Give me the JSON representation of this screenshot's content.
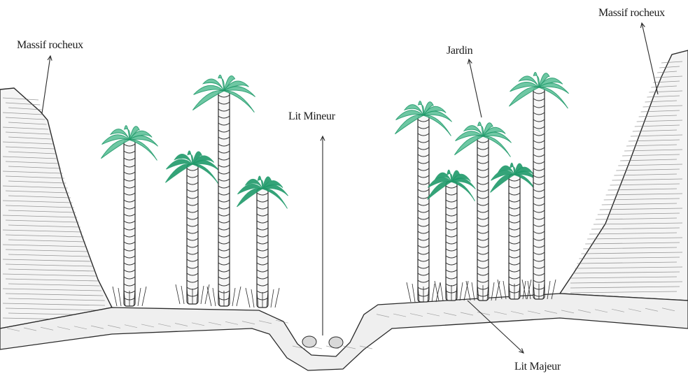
{
  "labels": {
    "massif_left": "Massif rocheux",
    "massif_right": "Massif rocheux",
    "jardin": "Jardin",
    "lit_mineur": "Lit Mineur",
    "lit_majeur": "Lit Majeur"
  },
  "colors": {
    "ink": "#2a2a2a",
    "foliage": "#1f9a6a",
    "foliage_light": "#5fc29a",
    "rock_shade": "#6e6e6e",
    "background": "#ffffff"
  }
}
